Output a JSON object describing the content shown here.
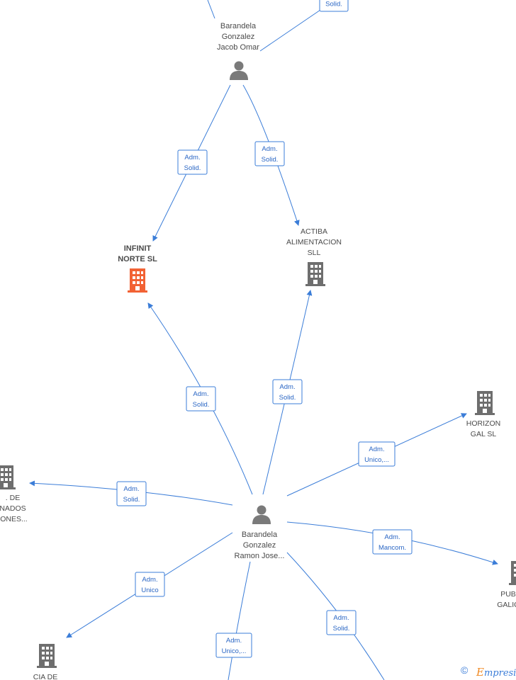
{
  "colors": {
    "edge": "#3b7dd8",
    "relation_text": "#2a66c4",
    "person_icon": "#7a7a7a",
    "company_icon": "#6e6e6e",
    "focus_company_icon": "#f26234",
    "label": "#4a4a4a"
  },
  "persons": [
    {
      "id": "omar",
      "lines": [
        "Barandela",
        "Gonzalez",
        "Jacob Omar"
      ],
      "icon": "person-icon"
    },
    {
      "id": "ramon",
      "lines": [
        "Barandela",
        "Gonzalez",
        "Ramon Jose..."
      ],
      "icon": "person-icon"
    }
  ],
  "companies": [
    {
      "id": "infinit",
      "lines": [
        "INFINIT",
        "NORTE  SL"
      ],
      "icon": "building-icon",
      "focus": true
    },
    {
      "id": "actiba",
      "lines": [
        "ACTIBA",
        "ALIMENTACION",
        "SLL"
      ],
      "icon": "building-icon",
      "focus": false
    },
    {
      "id": "horizon",
      "lines": [
        "HORIZON",
        "GAL  SL"
      ],
      "icon": "building-icon",
      "focus": false
    },
    {
      "id": "left",
      "lines": [
        ".  DE",
        "NADOS",
        "IONES..."
      ],
      "icon": "building-icon",
      "focus": false
    },
    {
      "id": "pub",
      "lines": [
        "PUB",
        "GALIC"
      ],
      "icon": "building-icon",
      "focus": false
    },
    {
      "id": "cia",
      "lines": [
        "CIA DE"
      ],
      "icon": "building-icon",
      "focus": false
    }
  ],
  "relations": [
    {
      "id": "top",
      "lines": [
        "Solid."
      ]
    },
    {
      "id": "omar-infinit",
      "lines": [
        "Adm.",
        "Solid."
      ]
    },
    {
      "id": "omar-actiba",
      "lines": [
        "Adm.",
        "Solid."
      ]
    },
    {
      "id": "ramon-infinit",
      "lines": [
        "Adm.",
        "Solid."
      ]
    },
    {
      "id": "ramon-actiba",
      "lines": [
        "Adm.",
        "Solid."
      ]
    },
    {
      "id": "ramon-horizon",
      "lines": [
        "Adm.",
        "Unico,..."
      ]
    },
    {
      "id": "ramon-left",
      "lines": [
        "Adm.",
        "Solid."
      ]
    },
    {
      "id": "ramon-pub",
      "lines": [
        "Adm.",
        "Mancom."
      ]
    },
    {
      "id": "ramon-cia",
      "lines": [
        "Adm.",
        "Unico"
      ]
    },
    {
      "id": "ramon-bottom",
      "lines": [
        "Adm.",
        "Unico,..."
      ]
    },
    {
      "id": "ramon-bottom-right",
      "lines": [
        "Adm.",
        "Solid."
      ]
    }
  ],
  "footer": {
    "copyright": "©",
    "brand_first": "E",
    "brand_rest": "mpresia"
  }
}
